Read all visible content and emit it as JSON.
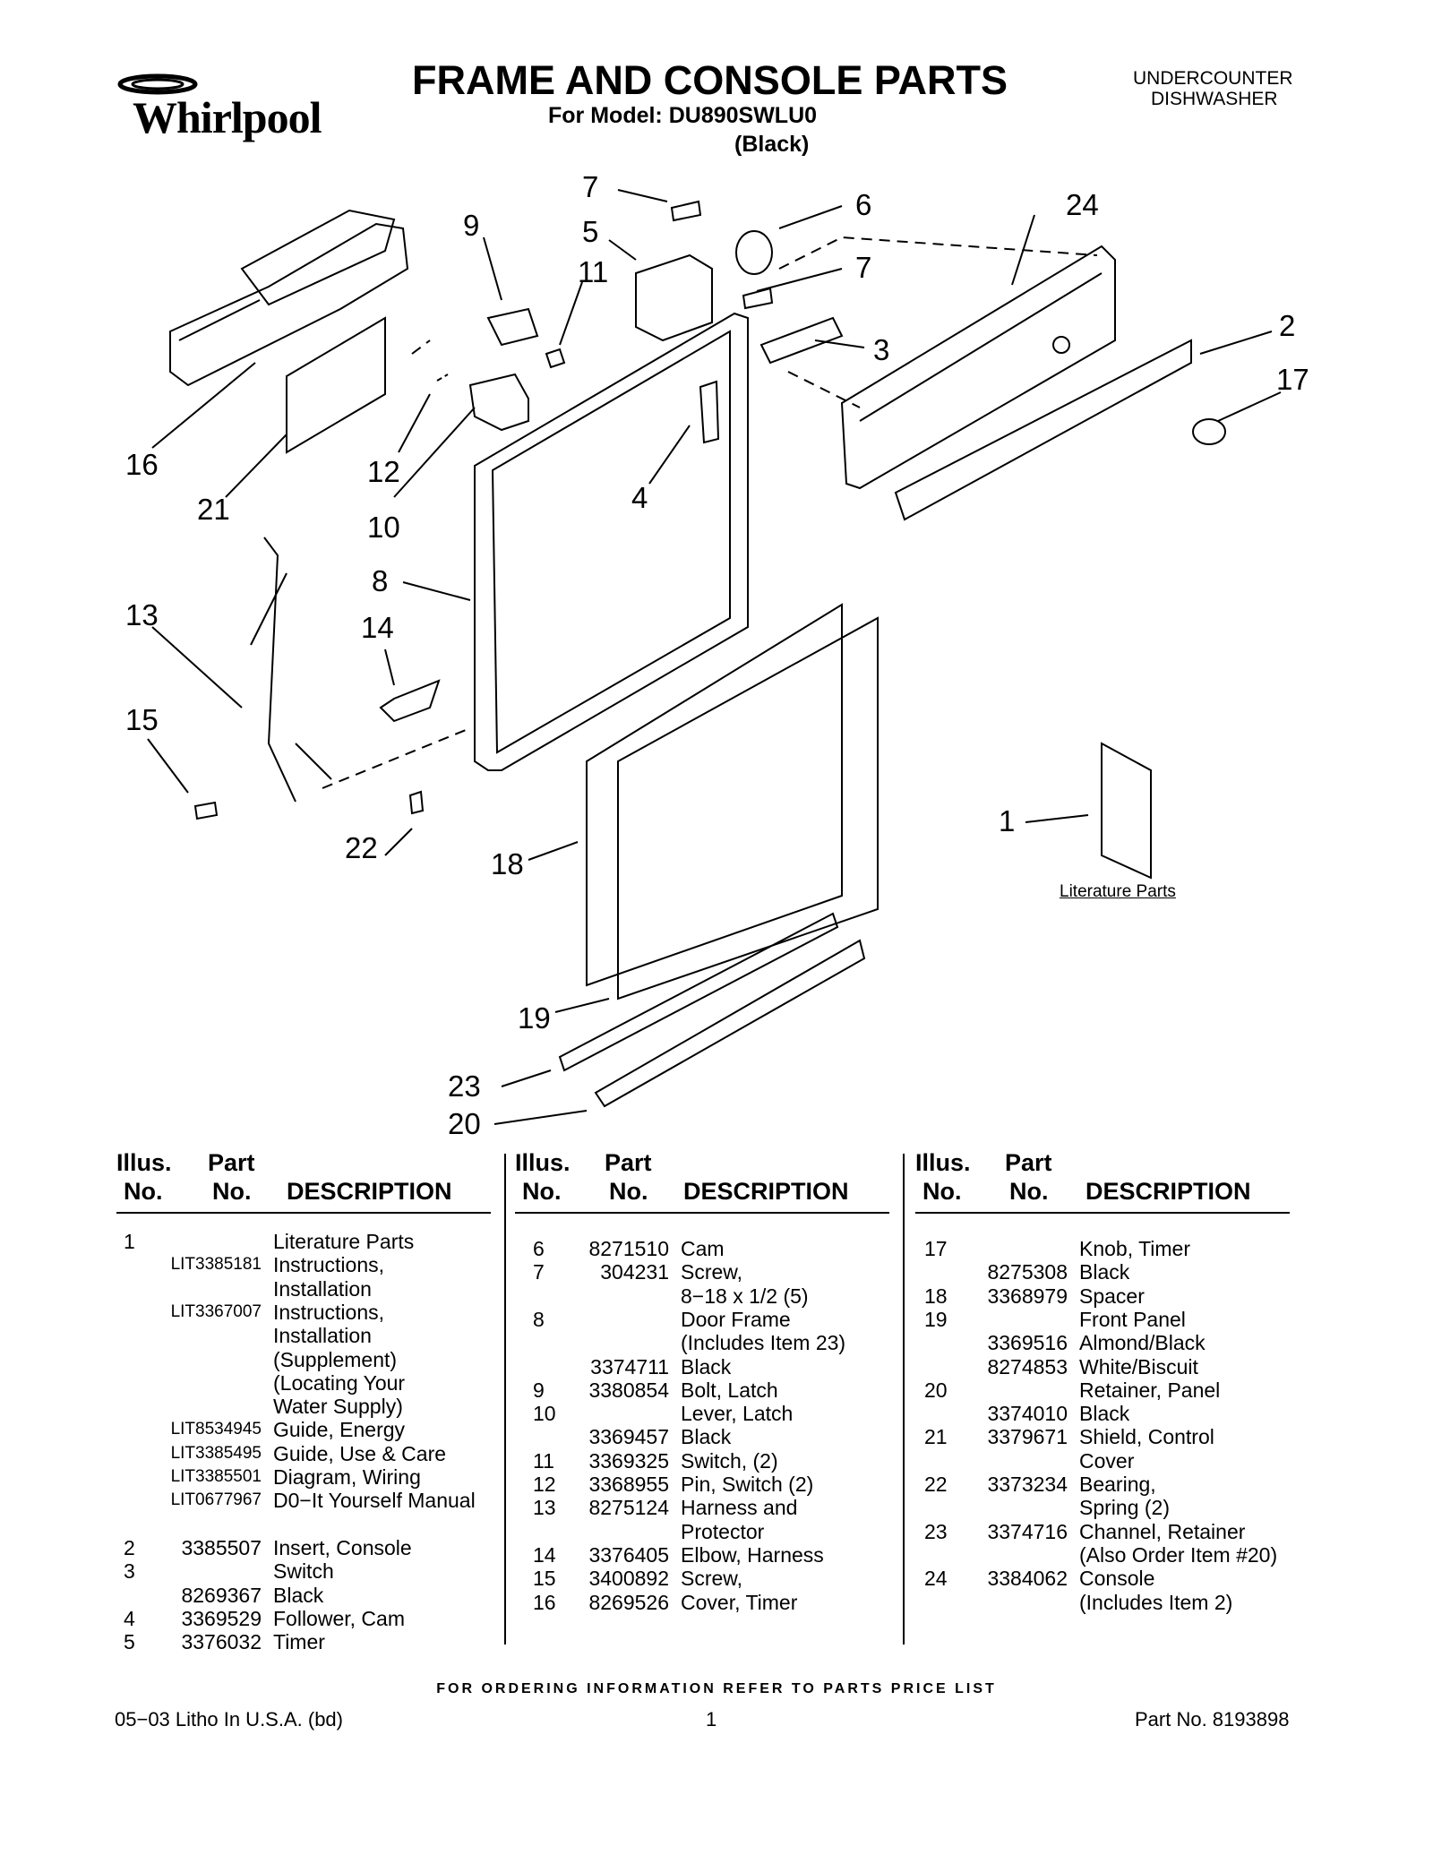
{
  "header": {
    "brand": "Whirlpool",
    "title": "FRAME AND CONSOLE PARTS",
    "model": "For Model: DU890SWLU0",
    "color": "(Black)",
    "appliance_line1": "UNDERCOUNTER",
    "appliance_line2": "DISHWASHER"
  },
  "diagram": {
    "callouts": [
      "7",
      "6",
      "24",
      "9",
      "5",
      "11",
      "7",
      "2",
      "3",
      "17",
      "16",
      "21",
      "12",
      "10",
      "4",
      "8",
      "13",
      "14",
      "15",
      "22",
      "18",
      "1",
      "19",
      "23",
      "20"
    ],
    "literature_label": "Literature Parts"
  },
  "columns": [
    {
      "hdr": {
        "illus1": "Illus.",
        "illus2": "No.",
        "part1": "Part",
        "part2": "No.",
        "desc": "DESCRIPTION"
      },
      "rows": [
        {
          "illus": "1",
          "part": "",
          "desc": "Literature Parts",
          "lit": false
        },
        {
          "illus": "",
          "part": "LIT3385181",
          "desc": "Instructions,",
          "lit": true
        },
        {
          "illus": "",
          "part": "",
          "desc": "Installation",
          "lit": false
        },
        {
          "illus": "",
          "part": "LIT3367007",
          "desc": "Instructions,",
          "lit": true
        },
        {
          "illus": "",
          "part": "",
          "desc": "Installation",
          "lit": false
        },
        {
          "illus": "",
          "part": "",
          "desc": "(Supplement)",
          "lit": false
        },
        {
          "illus": "",
          "part": "",
          "desc": "(Locating Your",
          "lit": false
        },
        {
          "illus": "",
          "part": "",
          "desc": "Water Supply)",
          "lit": false
        },
        {
          "illus": "",
          "part": "LIT8534945",
          "desc": "Guide, Energy",
          "lit": true
        },
        {
          "illus": "",
          "part": "LIT3385495",
          "desc": "Guide, Use & Care",
          "lit": true
        },
        {
          "illus": "",
          "part": "LIT3385501",
          "desc": "Diagram, Wiring",
          "lit": true
        },
        {
          "illus": "",
          "part": "LIT0677967",
          "desc": "D0−It Yourself Manual",
          "lit": true
        },
        {
          "illus": "",
          "part": "",
          "desc": "",
          "lit": false
        },
        {
          "illus": "2",
          "part": "3385507",
          "desc": "Insert, Console",
          "lit": false
        },
        {
          "illus": "3",
          "part": "",
          "desc": "Switch",
          "lit": false
        },
        {
          "illus": "",
          "part": "8269367",
          "desc": "Black",
          "lit": false
        },
        {
          "illus": "4",
          "part": "3369529",
          "desc": "Follower, Cam",
          "lit": false
        },
        {
          "illus": "5",
          "part": "3376032",
          "desc": "Timer",
          "lit": false
        }
      ]
    },
    {
      "hdr": {
        "illus1": "Illus.",
        "illus2": "No.",
        "part1": "Part",
        "part2": "No.",
        "desc": "DESCRIPTION"
      },
      "rows": [
        {
          "illus": "6",
          "part": "8271510",
          "desc": "Cam"
        },
        {
          "illus": "7",
          "part": "304231",
          "desc": "Screw,"
        },
        {
          "illus": "",
          "part": "",
          "desc": "8−18 x 1/2 (5)"
        },
        {
          "illus": "8",
          "part": "",
          "desc": "Door Frame"
        },
        {
          "illus": "",
          "part": "",
          "desc": "(Includes Item 23)"
        },
        {
          "illus": "",
          "part": "3374711",
          "desc": "Black"
        },
        {
          "illus": "9",
          "part": "3380854",
          "desc": "Bolt, Latch"
        },
        {
          "illus": "10",
          "part": "",
          "desc": "Lever, Latch"
        },
        {
          "illus": "",
          "part": "3369457",
          "desc": "Black"
        },
        {
          "illus": "11",
          "part": "3369325",
          "desc": "Switch, (2)"
        },
        {
          "illus": "12",
          "part": "3368955",
          "desc": "Pin, Switch (2)"
        },
        {
          "illus": "13",
          "part": "8275124",
          "desc": "Harness and"
        },
        {
          "illus": "",
          "part": "",
          "desc": "Protector"
        },
        {
          "illus": "14",
          "part": "3376405",
          "desc": "Elbow, Harness"
        },
        {
          "illus": "15",
          "part": "3400892",
          "desc": "Screw,"
        },
        {
          "illus": "16",
          "part": "8269526",
          "desc": "Cover, Timer"
        }
      ]
    },
    {
      "hdr": {
        "illus1": "Illus.",
        "illus2": "No.",
        "part1": "Part",
        "part2": "No.",
        "desc": "DESCRIPTION"
      },
      "rows": [
        {
          "illus": "17",
          "part": "",
          "desc": "Knob, Timer"
        },
        {
          "illus": "",
          "part": "8275308",
          "desc": "Black"
        },
        {
          "illus": "18",
          "part": "3368979",
          "desc": "Spacer"
        },
        {
          "illus": "19",
          "part": "",
          "desc": "Front Panel"
        },
        {
          "illus": "",
          "part": "3369516",
          "desc": "Almond/Black"
        },
        {
          "illus": "",
          "part": "8274853",
          "desc": "White/Biscuit"
        },
        {
          "illus": "20",
          "part": "",
          "desc": "Retainer, Panel"
        },
        {
          "illus": "",
          "part": "3374010",
          "desc": "Black"
        },
        {
          "illus": "21",
          "part": "3379671",
          "desc": "Shield, Control"
        },
        {
          "illus": "",
          "part": "",
          "desc": "Cover"
        },
        {
          "illus": "22",
          "part": "3373234",
          "desc": "Bearing,"
        },
        {
          "illus": "",
          "part": "",
          "desc": "Spring (2)"
        },
        {
          "illus": "23",
          "part": "3374716",
          "desc": "Channel, Retainer"
        },
        {
          "illus": "",
          "part": "",
          "desc": "(Also Order Item #20)"
        },
        {
          "illus": "24",
          "part": "3384062",
          "desc": "Console"
        },
        {
          "illus": "",
          "part": "",
          "desc": "(Includes Item 2)"
        }
      ]
    }
  ],
  "footer": {
    "note": "FOR ORDERING INFORMATION REFER TO PARTS PRICE LIST",
    "left": "05−03 Litho In U.S.A. (bd)",
    "page": "1",
    "right": "Part No. 8193898"
  }
}
